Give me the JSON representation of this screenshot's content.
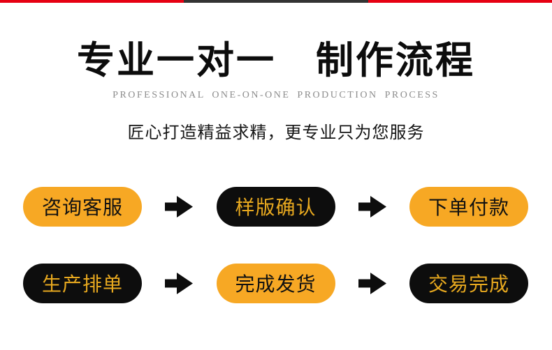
{
  "topBar": {
    "segments": [
      "red",
      "dark",
      "red"
    ]
  },
  "header": {
    "title": "专业一对一　制作流程",
    "subtitle": "PROFESSIONAL ONE-ON-ONE PRODUCTION PROCESS",
    "tagline": "匠心打造精益求精，更专业只为您服务"
  },
  "colors": {
    "accent_yellow": "#f7a824",
    "pill_black": "#0d0d0d",
    "dark_pill_text_yellow": "#e8a91f",
    "top_bar_red": "#e60012",
    "top_bar_dark": "#333333",
    "subtitle_gray": "#8c8c8c",
    "title_black": "#0c0c0c"
  },
  "process": {
    "arrow_icon": "right-block-arrow",
    "rows": [
      {
        "steps": [
          {
            "label": "咨询客服",
            "variant": "yellow"
          },
          {
            "label": "样版确认",
            "variant": "black"
          },
          {
            "label": "下单付款",
            "variant": "yellow"
          }
        ]
      },
      {
        "steps": [
          {
            "label": "生产排单",
            "variant": "black"
          },
          {
            "label": "完成发货",
            "variant": "yellow"
          },
          {
            "label": "交易完成",
            "variant": "black"
          }
        ]
      }
    ]
  }
}
